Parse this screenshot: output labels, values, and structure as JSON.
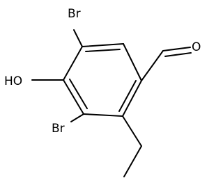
{
  "atoms": {
    "br_top": "Br",
    "br_bottom": "Br",
    "hydroxyl": "HO",
    "carbonyl_o": "O"
  },
  "colors": {
    "bond": "#000000",
    "label": "#000000",
    "background": "#ffffff"
  }
}
